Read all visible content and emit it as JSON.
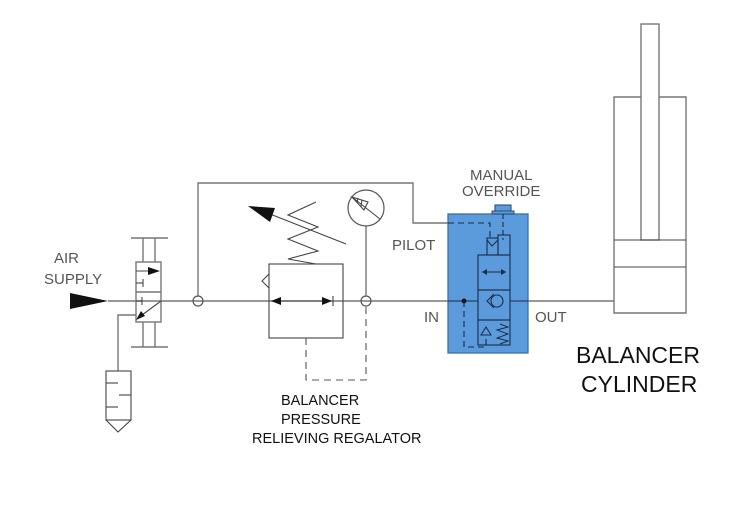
{
  "title": "Balancer Pneumatic Circuit",
  "colors": {
    "line": "#777777",
    "valve_block": "#5b9bdc",
    "valve_block_border": "#3d6fa3",
    "text": "#111111",
    "text_light": "#555555"
  },
  "labels": {
    "air_supply_line1": "AIR",
    "air_supply_line2": "SUPPLY",
    "manual_override_line1": "MANUAL",
    "manual_override_line2": "OVERRIDE",
    "pilot": "PILOT",
    "in": "IN",
    "out": "OUT",
    "cylinder_line1": "BALANCER",
    "cylinder_line2": "CYLINDER",
    "regulator_line1": "BALANCER",
    "regulator_line2": "PRESSURE",
    "regulator_line3": "RELIEVING REGALATOR"
  },
  "components": [
    {
      "id": "air-supply",
      "name": "Air supply source",
      "symbol": "filled-triangle-arrow-icon"
    },
    {
      "id": "shutoff-valve",
      "name": "3-way lockout valve",
      "symbol": "directional-valve-icon"
    },
    {
      "id": "exhaust-muffler",
      "name": "Exhaust muffler",
      "symbol": "muffler-icon"
    },
    {
      "id": "regulator",
      "name": "Balancer pressure relieving regulator",
      "symbol": "relieving-regulator-icon"
    },
    {
      "id": "gauge",
      "name": "Pressure gauge",
      "symbol": "gauge-icon"
    },
    {
      "id": "pilot-check-block",
      "name": "Pilot operated check valve with manual override",
      "symbol": "pilot-check-valve-icon"
    },
    {
      "id": "cylinder",
      "name": "Balancer cylinder",
      "symbol": "single-acting-cylinder-icon"
    }
  ]
}
